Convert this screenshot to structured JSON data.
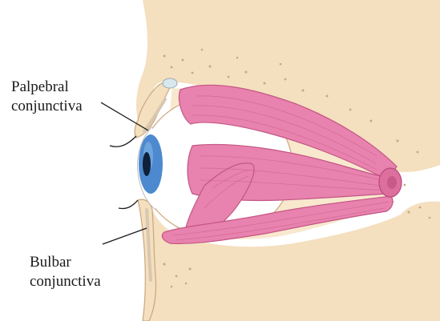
{
  "labels": {
    "palpebral": {
      "line1": "Palpebral",
      "line2": "conjunctiva"
    },
    "bulbar": {
      "line1": "Bulbar",
      "line2": "conjunctiva"
    }
  },
  "colors": {
    "bone": "#f4dfbf",
    "bone_edge": "#caa77e",
    "muscle": "#e882ae",
    "muscle_edge": "#c45684",
    "fat": "#f8e8ce",
    "sclera": "#ffffff",
    "iris": "#4d89cf",
    "pupil": "#10203a",
    "conjunctiva": "#d9c7b0"
  }
}
